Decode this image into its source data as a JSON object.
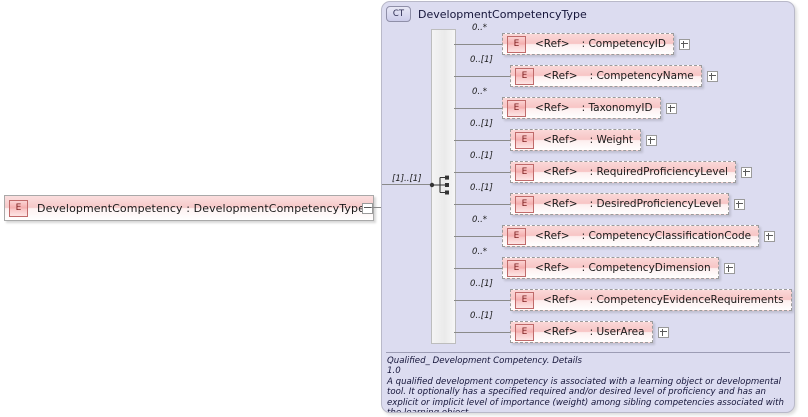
{
  "left_element": {
    "badge": "E",
    "label": "DevelopmentCompetency : DevelopmentCompetencyType",
    "toggle": "minus"
  },
  "complex_type": {
    "badge": "CT",
    "title": "DevelopmentCompetencyType",
    "compositor": {
      "kind": "sequence",
      "cardinality": "[1]..[1]"
    },
    "elements": [
      {
        "badge": "E",
        "ref": "<Ref>",
        "name": ": CompetencyID",
        "cardinality": "0..*",
        "indent": 0
      },
      {
        "badge": "E",
        "ref": "<Ref>",
        "name": ": CompetencyName",
        "cardinality": "0..[1]",
        "indent": 1
      },
      {
        "badge": "E",
        "ref": "<Ref>",
        "name": ": TaxonomyID",
        "cardinality": "0..*",
        "indent": 0
      },
      {
        "badge": "E",
        "ref": "<Ref>",
        "name": ": Weight",
        "cardinality": "0..[1]",
        "indent": 1
      },
      {
        "badge": "E",
        "ref": "<Ref>",
        "name": ": RequiredProficiencyLevel",
        "cardinality": "0..[1]",
        "indent": 1
      },
      {
        "badge": "E",
        "ref": "<Ref>",
        "name": ": DesiredProficiencyLevel",
        "cardinality": "0..[1]",
        "indent": 1
      },
      {
        "badge": "E",
        "ref": "<Ref>",
        "name": ": CompetencyClassificationCode",
        "cardinality": "0..*",
        "indent": 0
      },
      {
        "badge": "E",
        "ref": "<Ref>",
        "name": ": CompetencyDimension",
        "cardinality": "0..*",
        "indent": 0
      },
      {
        "badge": "E",
        "ref": "<Ref>",
        "name": ": CompetencyEvidenceRequirements",
        "cardinality": "0..[1]",
        "indent": 1
      },
      {
        "badge": "E",
        "ref": "<Ref>",
        "name": ": UserArea",
        "cardinality": "0..[1]",
        "indent": 1
      }
    ],
    "documentation": {
      "line1": "Qualified_ Development Competency. Details",
      "line2": "1.0",
      "line3": "A qualified development competency is associated with a learning object or developmental tool. It optionally has a specified required and/or desired level of proficiency and has an explicit or implicit level of importance (weight) among sibling competencies associated with the learning object."
    }
  }
}
